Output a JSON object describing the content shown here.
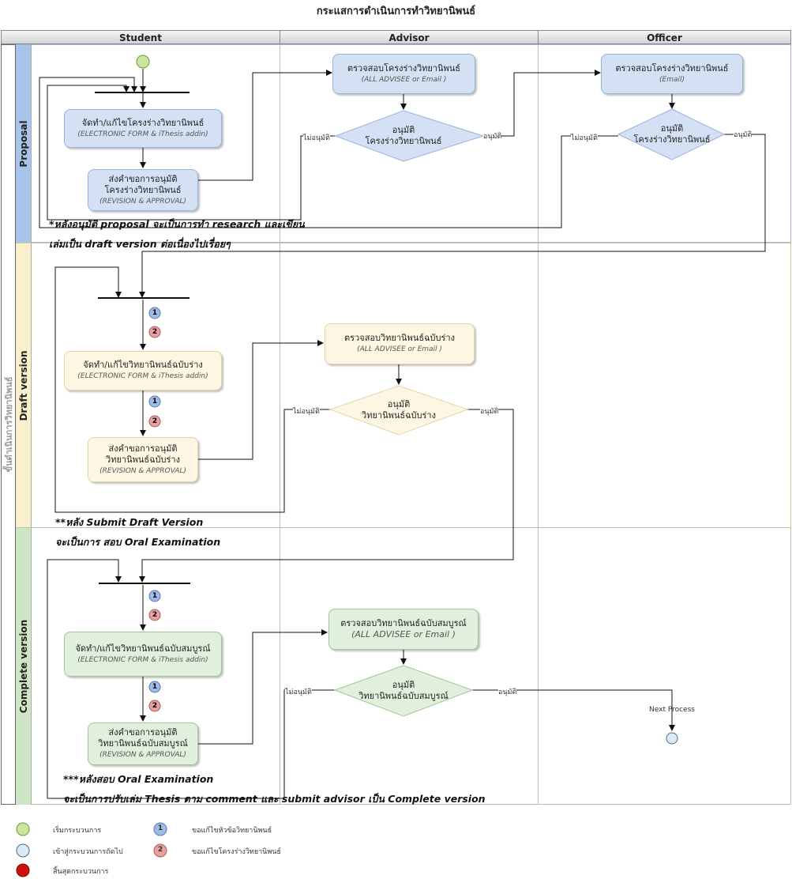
{
  "title": "กระแสการดำเนินการทำวิทยานิพนธ์",
  "columns": [
    "Student",
    "Advisor",
    "Officer"
  ],
  "outer_label": "ขั้นดำเนินการวิทยานิพนธ์",
  "lanes": [
    "Proposal",
    "Draft version",
    "Complete version"
  ],
  "proposal": {
    "student_step1": {
      "title": "จัดทำ/แก้ไขโครงร่างวิทยานิพนธ์",
      "sub": "(ELECTRONIC FORM & iThesis addin)"
    },
    "student_step2": {
      "line1": "ส่งคำขอการอนุมัติ",
      "line2": "โครงร่างวิทยานิพนธ์",
      "sub": "(REVISION & APPROVAL)"
    },
    "advisor_check": {
      "title": "ตรวจสอบโครงร่างวิทยานิพนธ์",
      "sub": "(ALL ADVISEE or Email )"
    },
    "advisor_decision": {
      "line1": "อนุมัติ",
      "line2": "โครงร่างวิทยานิพนธ์"
    },
    "officer_check": {
      "title": "ตรวจสอบโครงร่างวิทยานิพนธ์",
      "sub": "(Email)"
    },
    "officer_decision": {
      "line1": "อนุมัติ",
      "line2": "โครงร่างวิทยานิพนธ์"
    },
    "note_line1": "*หลังอนุมัติ   proposal จะเป็นการทำ   research และเขียน",
    "note_line2": "เล่มเป็น   draft version ต่อเนื่องไปเรื่อยๆ"
  },
  "draft": {
    "student_step1": {
      "title": "จัดทำ/แก้ไขวิทยานิพนธ์ฉบับร่าง",
      "sub": "(ELECTRONIC FORM & iThesis addin)"
    },
    "student_step2": {
      "line1": "ส่งคำขอการอนุมัติ",
      "line2": "วิทยานิพนธ์ฉบับร่าง",
      "sub": "(REVISION & APPROVAL)"
    },
    "advisor_check": {
      "title": "ตรวจสอบวิทยานิพนธ์ฉบับร่าง",
      "sub": "(ALL ADVISEE or Email )"
    },
    "advisor_decision": {
      "line1": "อนุมัติ",
      "line2": "วิทยานิพนธ์ฉบับร่าง"
    },
    "note_line1": "**หลัง   Submit Draft Version",
    "note_line2": "จะเป็นการ   สอบ   Oral Examination"
  },
  "complete": {
    "student_step1": {
      "title": "จัดทำ/แก้ไขวิทยานิพนธ์ฉบับสมบูรณ์",
      "sub": "(ELECTRONIC FORM & iThesis addin)"
    },
    "student_step2": {
      "line1": "ส่งคำขอการอนุมัติ",
      "line2": "วิทยานิพนธ์ฉบับสมบูรณ์",
      "sub": "(REVISION & APPROVAL)"
    },
    "advisor_check": {
      "title": "ตรวจสอบวิทยานิพนธ์ฉบับสมบูรณ์",
      "sub": "(ALL ADVISEE or Email )"
    },
    "advisor_decision": {
      "line1": "อนุมัติ",
      "line2": "วิทยานิพนธ์ฉบับสมบูรณ์"
    },
    "next_process": "Next Process",
    "note_line1": "***หลังสอบ   Oral Examination",
    "note_line2": "จะเป็นการปรับเล่ม   Thesis ตาม   comment และ   submit advisor เป็น   Complete version"
  },
  "labels": {
    "approve": "อนุมัติ",
    "not_approve": "ไม่อนุมัติ",
    "badge1": "1",
    "badge2": "2"
  },
  "legend": {
    "start": "เริ่มกระบวนการ",
    "next": "เข้าสู่กระบวนการถัดไป",
    "end": "สิ้นสุดกระบวนการ",
    "badge1": "ขอแก้ไขหัวข้อวิทยานิพนธ์",
    "badge2": "ขอแก้ไขโครงร่างวิทยานิพนธ์"
  },
  "colors": {
    "blue_fill": "#d4e1f4",
    "yellow_fill": "#fdf6e3",
    "green_fill": "#e1f0dc",
    "start": "#c9e6a0",
    "next": "#dbeaf7",
    "end": "#cc1111",
    "badge1": "#9dbbe6",
    "badge2": "#e8a0a0"
  }
}
